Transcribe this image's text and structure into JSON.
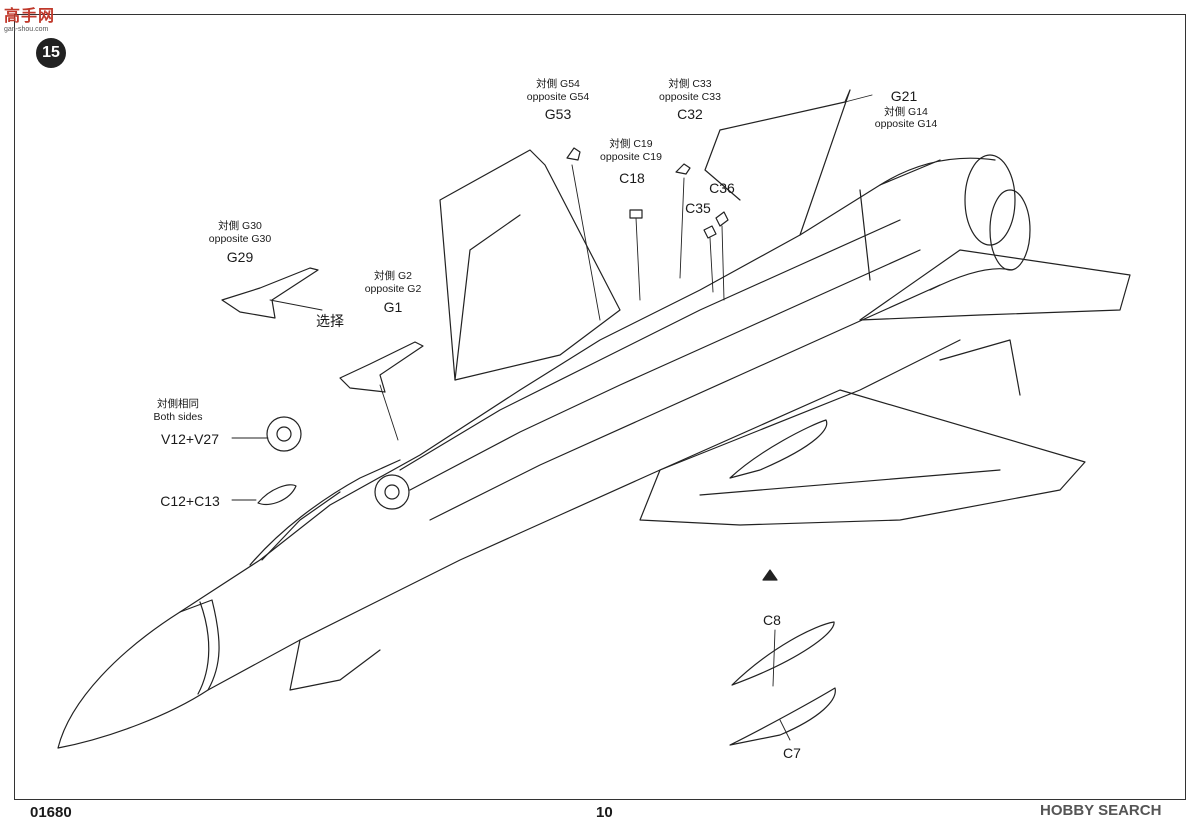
{
  "site_logo": {
    "text": "高手网",
    "url": "gan-shou.com"
  },
  "step": "15",
  "footer": {
    "code": "01680",
    "page": "10",
    "watermark": "HOBBY SEARCH"
  },
  "callouts": {
    "g54": {
      "cn": "対側 G54",
      "en": "opposite G54",
      "part": "G53"
    },
    "c33": {
      "cn": "対側 C33",
      "en": "opposite C33",
      "part": "C32"
    },
    "g21": {
      "part": "G21",
      "cn": "対側 G14",
      "en": "opposite G14"
    },
    "c19": {
      "cn": "対側 C19",
      "en": "opposite C19",
      "part": "C18"
    },
    "c36": {
      "part": "C36"
    },
    "c35": {
      "part": "C35"
    },
    "g30": {
      "cn": "対側 G30",
      "en": "opposite G30",
      "part": "G29"
    },
    "g2": {
      "cn": "対側 G2",
      "en": "opposite G2",
      "part": "G1"
    },
    "choose": {
      "text": "选择"
    },
    "both": {
      "cn": "対側相同",
      "en": "Both sides"
    },
    "wheel": {
      "part": "V12+V27"
    },
    "door": {
      "part": "C12+C13"
    },
    "c8": {
      "part": "C8"
    },
    "c7": {
      "part": "C7"
    }
  }
}
